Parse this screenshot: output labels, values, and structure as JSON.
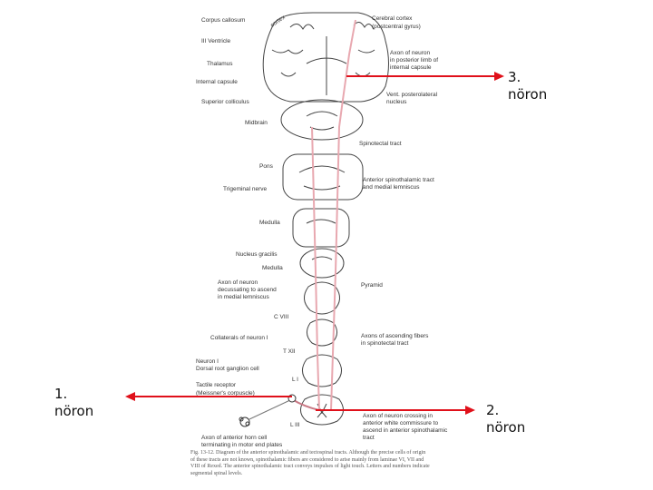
{
  "annotations": [
    {
      "id": "neuron-3",
      "line1": "3.",
      "line2": "nöron"
    },
    {
      "id": "neuron-1",
      "line1": "1.",
      "line2": "nöron"
    },
    {
      "id": "neuron-2",
      "line1": "2.",
      "line2": "nöron"
    }
  ],
  "arrow_color": "#e0101a",
  "tract_color": "#e8a8b0",
  "diagram_labels": {
    "cortex": "cortex",
    "corpus_callosum": "Corpus callosum",
    "cerebral_cortex": "Cerebral cortex",
    "postcentral_gyrus": "(postcentral gyrus)",
    "third_ventricle": "III Ventricle",
    "axon_neuron": "Axon of neuron",
    "posterior_limb": "in posterior limb of",
    "internal_capsule_r": "internal capsule",
    "thalamus": "Thalamus",
    "internal_capsule": "Internal capsule",
    "vent_posterolateral": "Vent. posterolateral",
    "nucleus": "nucleus",
    "superior_colliculus": "Superior colliculus",
    "midbrain": "Midbrain",
    "spinotectal": "Spinotectal tract",
    "pons": "Pons",
    "anterior_spinothalamic": "Anterior spinothalamic tract",
    "medial_lemniscus": "and medial lemniscus",
    "trigeminal": "Trigeminal nerve",
    "medulla1": "Medulla",
    "nucleus_gracilis": "Nucleus gracilis",
    "medulla2": "Medulla",
    "axon_decussating1": "Axon of neuron",
    "axon_decussating2": "decussating to ascend",
    "axon_decussating3": "in medial lemniscus",
    "pyramid": "Pyramid",
    "c8": "C VIII",
    "collaterals": "Collaterals of neuron I",
    "axons_ascending1": "Axons of ascending fibers",
    "axons_ascending2": "in spinotectal tract",
    "t12": "T XII",
    "neuron_i": "Neuron I",
    "dorsal_root": "Dorsal root ganglion cell",
    "l1": "L I",
    "tactile": "Tactile receptor",
    "meissner": "(Meissner's corpuscle)",
    "crossing1": "Axon of neuron crossing in",
    "crossing2": "anterior white commissure to",
    "crossing3": "ascend in anterior spinothalamic",
    "crossing4": "tract",
    "l3": "L III",
    "anterior_horn1": "Axon of anterior horn cell",
    "anterior_horn2": "terminating in motor end plates"
  },
  "caption": "Fig. 13-12. Diagram of the anterior spinothalamic and tectospinal tracts. Although the precise cells of origin\nof these tracts are not known, spinothalamic fibers are considered to arise mainly from laminae VI, VII and\nVIII of Rexed. The anterior spinothalamic tract conveys impulses of light touch. Letters and numbers indicate\nsegmental spinal levels."
}
